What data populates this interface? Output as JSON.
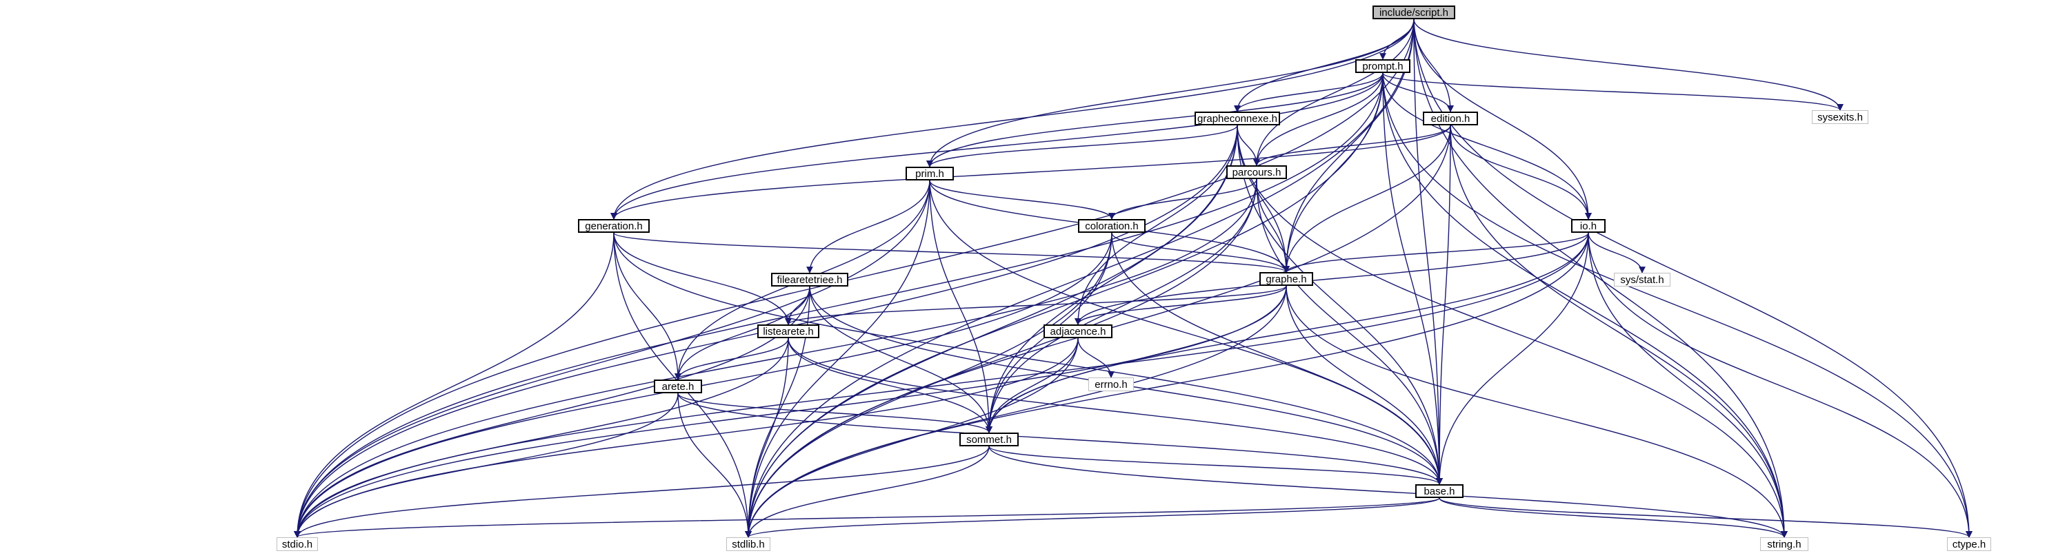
{
  "colors": {
    "edge": "#191970",
    "node_border": "#000000",
    "system_header_border": "#bfbfbf",
    "root_fill": "#bfbfbf",
    "background": "#ffffff"
  },
  "graph": {
    "nodes": {
      "script": "include/script.h",
      "prompt": "prompt.h",
      "sysexits": "sysexits.h",
      "grapheconnexe": "grapheconnexe.h",
      "edition": "edition.h",
      "prim": "prim.h",
      "parcours": "parcours.h",
      "coloration": "coloration.h",
      "generation": "generation.h",
      "io": "io.h",
      "graphe": "graphe.h",
      "sysstat": "sys/stat.h",
      "filearetetriee": "filearetetriee.h",
      "listearete": "listearete.h",
      "adjacence": "adjacence.h",
      "errno": "errno.h",
      "arete": "arete.h",
      "sommet": "sommet.h",
      "base": "base.h",
      "stdio": "stdio.h",
      "stdlib": "stdlib.h",
      "string": "string.h",
      "ctype": "ctype.h"
    },
    "edges": [
      [
        "script",
        "prompt"
      ],
      [
        "script",
        "sysexits"
      ],
      [
        "script",
        "grapheconnexe"
      ],
      [
        "script",
        "edition"
      ],
      [
        "script",
        "prim"
      ],
      [
        "script",
        "parcours"
      ],
      [
        "script",
        "generation"
      ],
      [
        "script",
        "io"
      ],
      [
        "script",
        "graphe"
      ],
      [
        "script",
        "base"
      ],
      [
        "script",
        "stdio"
      ],
      [
        "script",
        "stdlib"
      ],
      [
        "script",
        "string"
      ],
      [
        "script",
        "ctype"
      ],
      [
        "prompt",
        "sysexits"
      ],
      [
        "prompt",
        "grapheconnexe"
      ],
      [
        "prompt",
        "edition"
      ],
      [
        "prompt",
        "prim"
      ],
      [
        "prompt",
        "parcours"
      ],
      [
        "prompt",
        "generation"
      ],
      [
        "prompt",
        "io"
      ],
      [
        "prompt",
        "graphe"
      ],
      [
        "prompt",
        "base"
      ],
      [
        "prompt",
        "stdio"
      ],
      [
        "prompt",
        "stdlib"
      ],
      [
        "prompt",
        "string"
      ],
      [
        "prompt",
        "ctype"
      ],
      [
        "grapheconnexe",
        "parcours"
      ],
      [
        "grapheconnexe",
        "prim"
      ],
      [
        "grapheconnexe",
        "graphe"
      ],
      [
        "grapheconnexe",
        "adjacence"
      ],
      [
        "grapheconnexe",
        "sommet"
      ],
      [
        "grapheconnexe",
        "base"
      ],
      [
        "grapheconnexe",
        "stdio"
      ],
      [
        "grapheconnexe",
        "stdlib"
      ],
      [
        "grapheconnexe",
        "string"
      ],
      [
        "edition",
        "parcours"
      ],
      [
        "edition",
        "io"
      ],
      [
        "edition",
        "graphe"
      ],
      [
        "edition",
        "base"
      ],
      [
        "edition",
        "stdlib"
      ],
      [
        "edition",
        "string"
      ],
      [
        "edition",
        "generation"
      ],
      [
        "prim",
        "coloration"
      ],
      [
        "prim",
        "filearetetriee"
      ],
      [
        "prim",
        "graphe"
      ],
      [
        "prim",
        "arete"
      ],
      [
        "prim",
        "sommet"
      ],
      [
        "prim",
        "base"
      ],
      [
        "prim",
        "stdio"
      ],
      [
        "prim",
        "stdlib"
      ],
      [
        "parcours",
        "coloration"
      ],
      [
        "parcours",
        "graphe"
      ],
      [
        "parcours",
        "sommet"
      ],
      [
        "parcours",
        "base"
      ],
      [
        "parcours",
        "stdio"
      ],
      [
        "parcours",
        "stdlib"
      ],
      [
        "coloration",
        "graphe"
      ],
      [
        "coloration",
        "sommet"
      ],
      [
        "coloration",
        "base"
      ],
      [
        "coloration",
        "stdio"
      ],
      [
        "coloration",
        "stdlib"
      ],
      [
        "generation",
        "graphe"
      ],
      [
        "generation",
        "listearete"
      ],
      [
        "generation",
        "arete"
      ],
      [
        "generation",
        "base"
      ],
      [
        "generation",
        "stdio"
      ],
      [
        "generation",
        "stdlib"
      ],
      [
        "io",
        "graphe"
      ],
      [
        "io",
        "sysstat"
      ],
      [
        "io",
        "adjacence"
      ],
      [
        "io",
        "sommet"
      ],
      [
        "io",
        "base"
      ],
      [
        "io",
        "stdio"
      ],
      [
        "io",
        "stdlib"
      ],
      [
        "io",
        "string"
      ],
      [
        "io",
        "ctype"
      ],
      [
        "graphe",
        "listearete"
      ],
      [
        "graphe",
        "adjacence"
      ],
      [
        "graphe",
        "sommet"
      ],
      [
        "graphe",
        "base"
      ],
      [
        "graphe",
        "stdio"
      ],
      [
        "graphe",
        "stdlib"
      ],
      [
        "graphe",
        "string"
      ],
      [
        "filearetetriee",
        "listearete"
      ],
      [
        "filearetetriee",
        "arete"
      ],
      [
        "filearetetriee",
        "sommet"
      ],
      [
        "filearetetriee",
        "base"
      ],
      [
        "filearetetriee",
        "stdio"
      ],
      [
        "filearetetriee",
        "stdlib"
      ],
      [
        "listearete",
        "arete"
      ],
      [
        "listearete",
        "sommet"
      ],
      [
        "listearete",
        "base"
      ],
      [
        "listearete",
        "stdio"
      ],
      [
        "listearete",
        "stdlib"
      ],
      [
        "adjacence",
        "errno"
      ],
      [
        "adjacence",
        "sommet"
      ],
      [
        "adjacence",
        "stdio"
      ],
      [
        "adjacence",
        "stdlib"
      ],
      [
        "arete",
        "sommet"
      ],
      [
        "arete",
        "base"
      ],
      [
        "arete",
        "stdio"
      ],
      [
        "arete",
        "stdlib"
      ],
      [
        "sommet",
        "base"
      ],
      [
        "sommet",
        "stdio"
      ],
      [
        "sommet",
        "stdlib"
      ],
      [
        "sommet",
        "string"
      ],
      [
        "base",
        "stdio"
      ],
      [
        "base",
        "stdlib"
      ],
      [
        "base",
        "string"
      ],
      [
        "base",
        "ctype"
      ]
    ]
  }
}
